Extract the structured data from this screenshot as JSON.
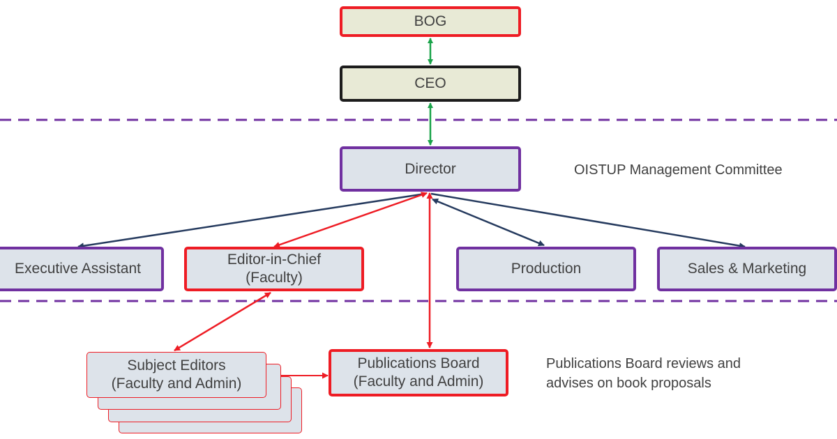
{
  "nodes": {
    "bog": "BOG",
    "ceo": "CEO",
    "director": "Director",
    "executive_assistant": "Executive Assistant",
    "editor_in_chief": {
      "line1": "Editor-in-Chief",
      "line2": "(Faculty)"
    },
    "production": "Production",
    "sales_marketing": "Sales & Marketing",
    "subject_editors": {
      "line1": "Subject Editors",
      "line2": "(Faculty and Admin)"
    },
    "publications_board": {
      "line1": "Publications Board",
      "line2": "(Faculty and Admin)"
    }
  },
  "labels": {
    "management_committee": "OISTUP Management Committee",
    "pub_board_note": {
      "line1": "Publications Board reviews and",
      "line2": "advises on book proposals"
    }
  },
  "colors": {
    "red": "#ee1c24",
    "green": "#1aa34a",
    "navy": "#253a5e",
    "purple": "#7030a0",
    "tan_fill": "#e8ead6",
    "blue_fill": "#dde3ea"
  }
}
